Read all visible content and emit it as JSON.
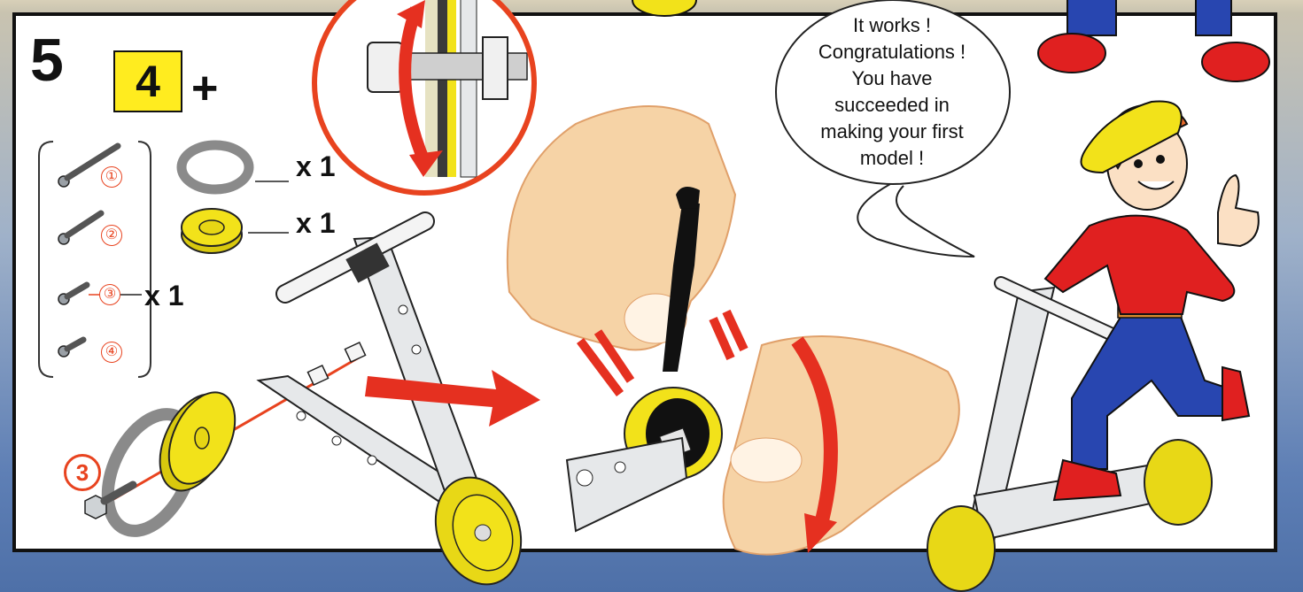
{
  "step": {
    "number": "5",
    "previous_step": "4",
    "plus": "+"
  },
  "parts": {
    "screws": [
      {
        "callout": "①"
      },
      {
        "callout": "②"
      },
      {
        "callout": "③",
        "quantity": "x 1"
      },
      {
        "callout": "④"
      }
    ],
    "washer_quantity": "x 1",
    "pulley_quantity": "x 1"
  },
  "assembly": {
    "screw_callout": "3"
  },
  "speech_bubble": {
    "lines": [
      "It works !",
      "Congratulations !",
      "You have",
      "succeeded in",
      "making your first",
      "model !"
    ]
  },
  "colors": {
    "panel_border": "#111111",
    "step_box": "#ffec1f",
    "callout_red": "#e8431f",
    "arrow_red": "#e53020",
    "wheel_yellow": "#f2e21a",
    "washer_gray": "#8a8a8a",
    "shirt_red": "#e02020",
    "jeans_blue": "#2846b0",
    "background_blue": "#5e7fb5"
  },
  "icons": [
    "screw-icon",
    "washer-icon",
    "pulley-wheel-icon",
    "spanner-icon",
    "red-arrow-icon",
    "rotation-arrow-icon"
  ]
}
